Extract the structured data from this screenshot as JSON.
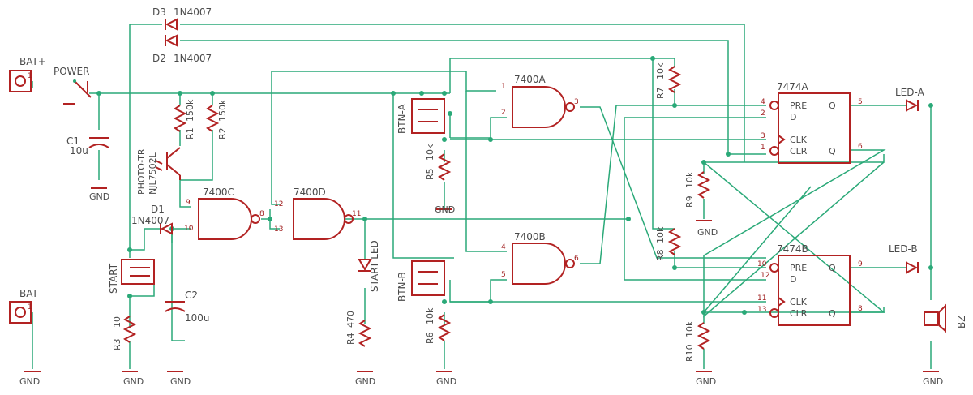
{
  "labels": {
    "bat_plus": "BAT+",
    "bat_minus": "BAT-",
    "power": "POWER",
    "d3": "D3",
    "d3_val": "1N4007",
    "d2": "D2",
    "d2_val": "1N4007",
    "c1": "C1",
    "c1_val": "10u",
    "photo": "PHOTO-TR",
    "photo_val": "NJL7502L",
    "r1": "R1",
    "r1_val": "150k",
    "r2": "R2",
    "r2_val": "150k",
    "d1": "D1",
    "d1_val": "1N4007",
    "start": "START",
    "c2": "C2",
    "c2_val": "100u",
    "r3": "R3",
    "r3_val": "10",
    "u_c": "7400C",
    "u_d": "7400D",
    "u_a": "7400A",
    "u_b": "7400B",
    "start_led": "START-LED",
    "r4": "R4",
    "r4_val": "470",
    "btn_a": "BTN-A",
    "btn_b": "BTN-B",
    "r5": "R5",
    "r5_val": "10k",
    "r6": "R6",
    "r6_val": "10k",
    "r7": "R7",
    "r7_val": "10k",
    "r8": "R8",
    "r8_val": "10k",
    "r9": "R9",
    "r9_val": "10k",
    "r10": "R10",
    "r10_val": "10k",
    "ff_a": "7474A",
    "ff_b": "7474B",
    "pre": "PRE",
    "d": "D",
    "clk": "CLK",
    "clr": "CLR",
    "q": "Q",
    "qbar": "Q",
    "led_a": "LED-A",
    "led_b": "LED-B",
    "bz": "BZ",
    "gnd": "GND"
  },
  "pins": {
    "p1": "1",
    "p2": "2",
    "p3": "3",
    "p4": "4",
    "p5": "5",
    "p6": "6",
    "p8": "8",
    "p9": "9",
    "p10": "10",
    "p11": "11",
    "p12": "12",
    "p13": "13"
  },
  "colors": {
    "wire": "#2aa978",
    "part": "#b22222",
    "text": "#4a4a4a"
  }
}
